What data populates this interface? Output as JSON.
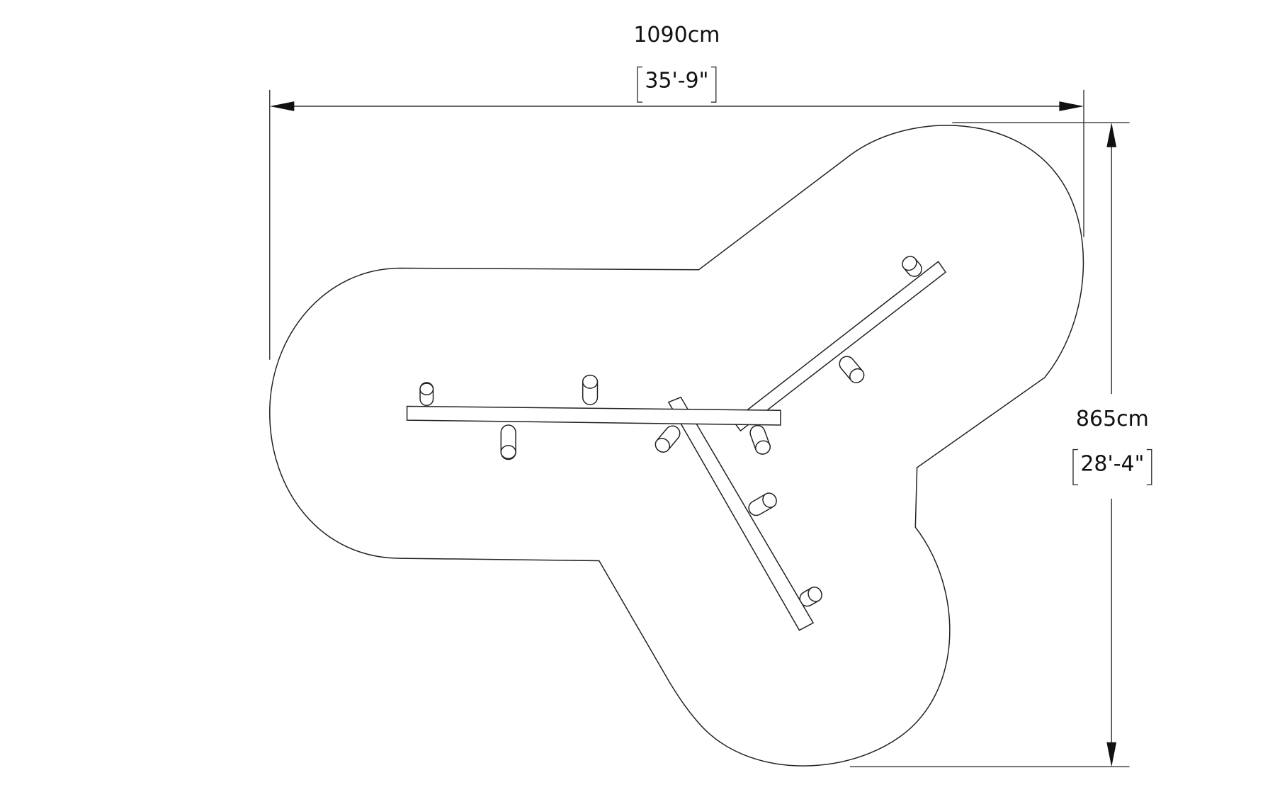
{
  "width_dimension": {
    "metric": "1090cm",
    "imperial": "35'-9\""
  },
  "height_dimension": {
    "metric": "865cm",
    "imperial": "28'-4\""
  },
  "colors": {
    "line": "#222222",
    "background": "#ffffff"
  }
}
